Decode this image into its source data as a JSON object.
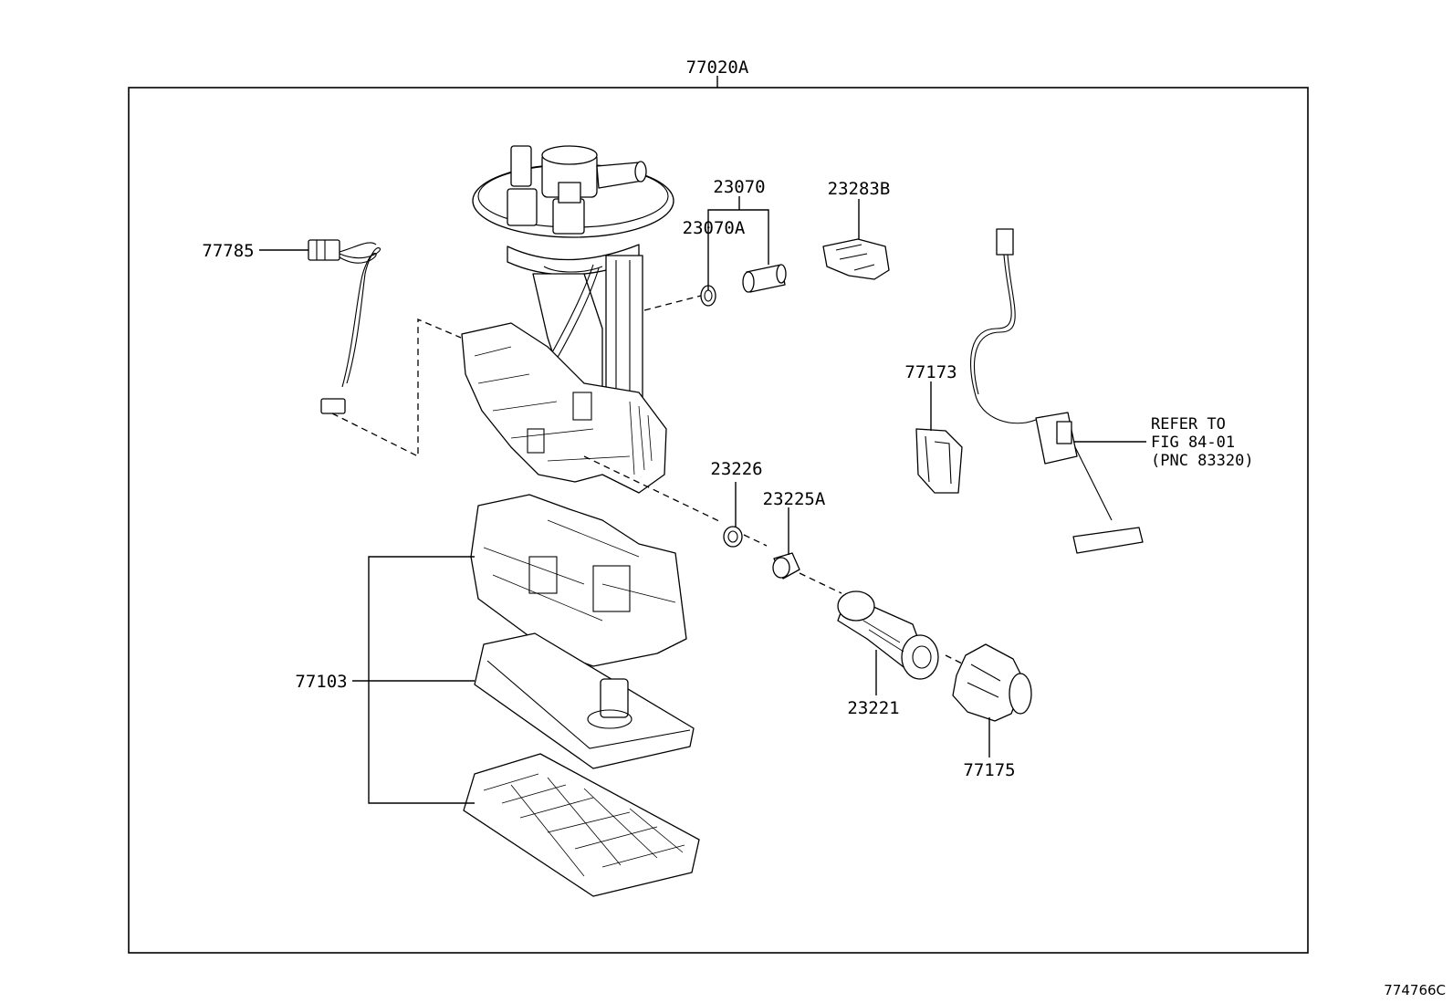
{
  "assembly_label": "77020A",
  "figure_id": "774766C",
  "parts": [
    {
      "id": "p77785",
      "label": "77785"
    },
    {
      "id": "p23070",
      "label": "23070"
    },
    {
      "id": "p23070A",
      "label": "23070A"
    },
    {
      "id": "p23283B",
      "label": "23283B"
    },
    {
      "id": "p77173",
      "label": "77173"
    },
    {
      "id": "p23226",
      "label": "23226"
    },
    {
      "id": "p23225A",
      "label": "23225A"
    },
    {
      "id": "p77103",
      "label": "77103"
    },
    {
      "id": "p23221",
      "label": "23221"
    },
    {
      "id": "p77175",
      "label": "77175"
    }
  ],
  "reference_note": {
    "line1": "REFER TO",
    "line2": "FIG 84-01",
    "line3": "(PNC 83320)"
  }
}
